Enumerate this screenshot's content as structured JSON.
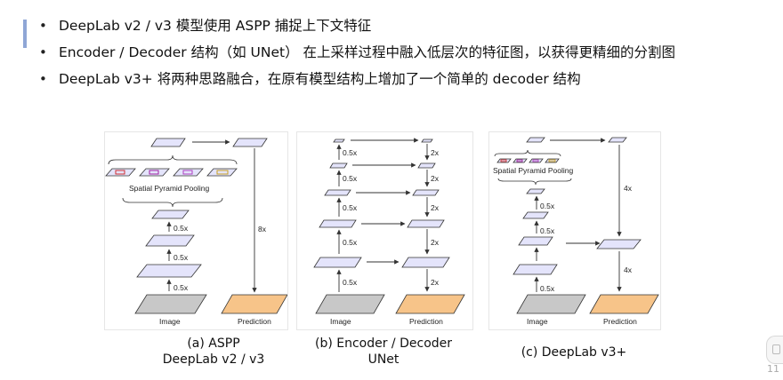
{
  "bullets": [
    "DeepLab v2 / v3 模型使用 ASPP 捕捉上下文特征",
    "Encoder / Decoder 结构（如 UNet） 在上采样过程中融入低层次的特征图，以获得更精细的分割图",
    "DeepLab v3+ 将两种思路融合，在原有模型结构上增加了一个简单的 decoder 结构"
  ],
  "figures": {
    "a": {
      "caption_line1": "(a) ASPP",
      "caption_line2": "DeepLab v2 / v3",
      "spp_label": "Spatial Pyramid Pooling",
      "down_labels": [
        "0.5x",
        "0.5x",
        "0.5x"
      ],
      "up_label": "8x",
      "image_label": "Image",
      "prediction_label": "Prediction"
    },
    "b": {
      "caption_line1": "(b) Encoder / Decoder",
      "caption_line2": "UNet",
      "down_labels": [
        "0.5x",
        "0.5x",
        "0.5x",
        "0.5x",
        "0.5x"
      ],
      "up_labels": [
        "2x",
        "2x",
        "2x",
        "2x",
        "2x"
      ],
      "image_label": "Image",
      "prediction_label": "Prediction"
    },
    "c": {
      "caption_line1": "(c) DeepLab v3+",
      "spp_label": "Spatial Pyramid Pooling",
      "down_labels": [
        "0.5x",
        "0.5x",
        "0.5x"
      ],
      "up_labels": [
        "4x",
        "4x"
      ],
      "image_label": "Image",
      "prediction_label": "Prediction"
    }
  },
  "colors": {
    "feature_fill": "#e4e4fb",
    "image_fill": "#c8c8c8",
    "prediction_fill": "#f7c489",
    "accent_bar": "#8fa6d6"
  },
  "slide_number": "11"
}
